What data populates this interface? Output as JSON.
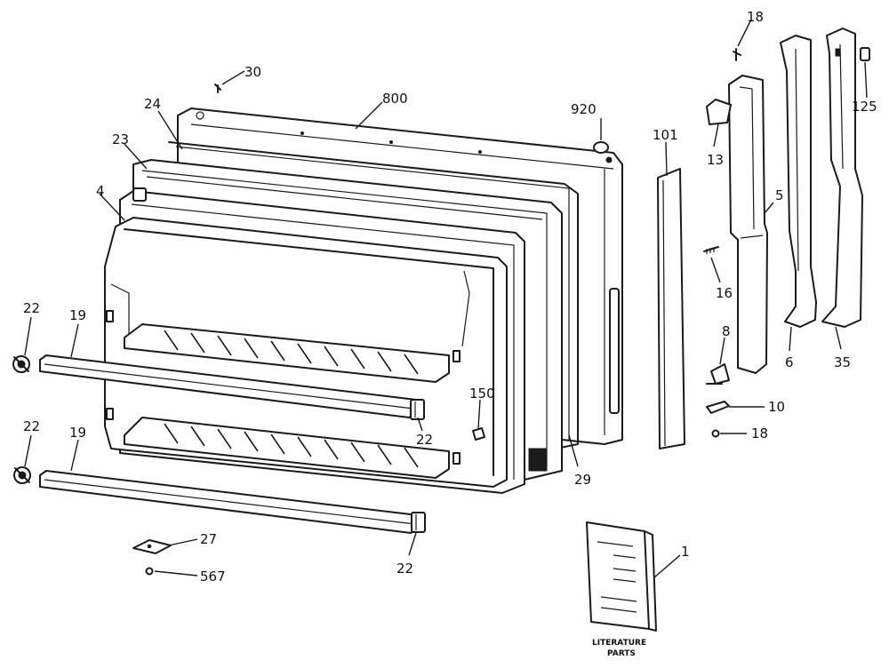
{
  "callouts": {
    "c30": "30",
    "c800": "800",
    "c24": "24",
    "c23": "23",
    "c4": "4",
    "c920": "920",
    "c101": "101",
    "c18_top": "18",
    "c13": "13",
    "c125": "125",
    "c5": "5",
    "c16": "16",
    "c8": "8",
    "c6": "6",
    "c35": "35",
    "c10": "10",
    "c18_bottom": "18",
    "c22_upper_left": "22",
    "c19_upper": "19",
    "c22_lower_left": "22",
    "c19_lower": "19",
    "c150": "150",
    "c22_upper_right": "22",
    "c29": "29",
    "c27": "27",
    "c567": "567",
    "c22_lower_right": "22",
    "c1": "1"
  },
  "literature": {
    "line1": "LITERATURE",
    "line2": "PARTS"
  }
}
